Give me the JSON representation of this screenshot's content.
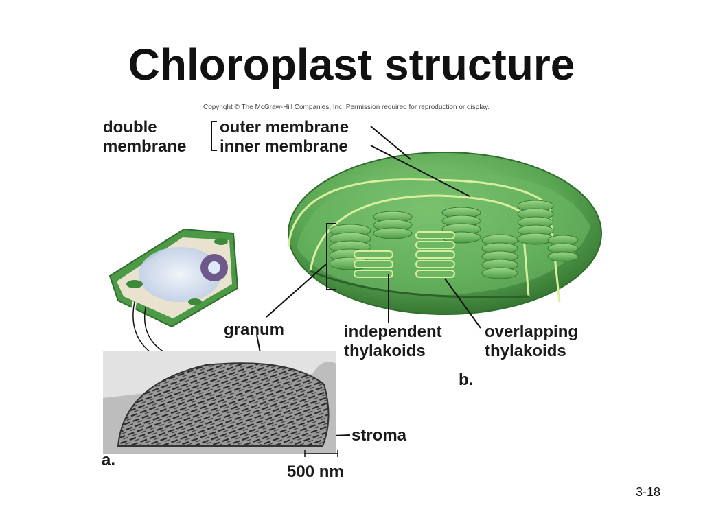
{
  "slide": {
    "title": "Chloroplast structure",
    "copyright": "Copyright © The McGraw-Hill Companies, Inc. Permission required for reproduction or display.",
    "page_number": "3-18"
  },
  "labels": {
    "double": "double",
    "membrane": "membrane",
    "outer_membrane": "outer membrane",
    "inner_membrane": "inner membrane",
    "granum": "granum",
    "independent": "independent",
    "independent_thylakoids": "thylakoids",
    "overlapping": "overlapping",
    "overlapping_thylakoids": "thylakoids",
    "stroma": "stroma",
    "scale": "500 nm",
    "panel_a": "a.",
    "panel_b": "b."
  },
  "colors": {
    "chloroplast_dark": "#3f8a3a",
    "chloroplast_light": "#7cc46e",
    "membrane_line": "#d9efa0",
    "thylakoid": "#5aa653",
    "micrograph_bg": "#b8b8b8"
  }
}
